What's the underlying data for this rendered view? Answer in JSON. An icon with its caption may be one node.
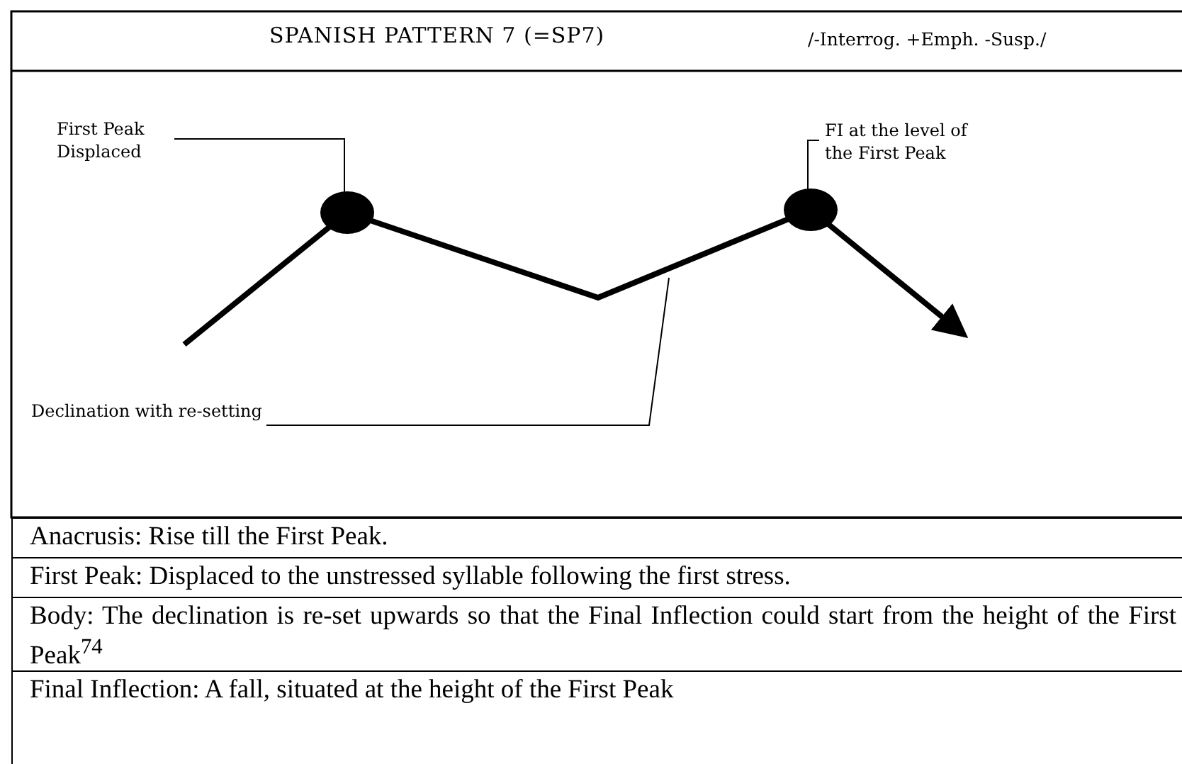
{
  "diagram": {
    "title": "SPANISH PATTERN 7 (=SP7)",
    "nodes": [
      {
        "text": [
          "First Peak Displaced"
        ]
      },
      {
        "text": [],
        "shape": "circle"
      },
      {
        "text": [
          "FI at the level of the First Peak"
        ]
      },
      {
        "text": [],
        "shape": "circle"
      },
      {
        "text": [
          "Declination with re-setting"
        ]
      }
    ],
    "edges": [
      {
        "from": 0,
        "to": 1,
        "arrow": "none"
      },
      {
        "from": 2,
        "to": 3,
        "arrow": "none"
      },
      {
        "from": 4,
        "to": null,
        "arrow": "none"
      }
    ],
    "labels": [
      "/-Interrog. +Emph. -Susp./",
      "Anacrusis: Rise till the First Peak.",
      "First Peak: Displaced to the unstressed syllable following the first stress.",
      "Body: The declination is re-set upwards so that the Final Inflection could start from  the height of the First Peak$^{74}$",
      "Final Inflection: A fall, situated at the height of the First Peak"
    ]
  }
}
